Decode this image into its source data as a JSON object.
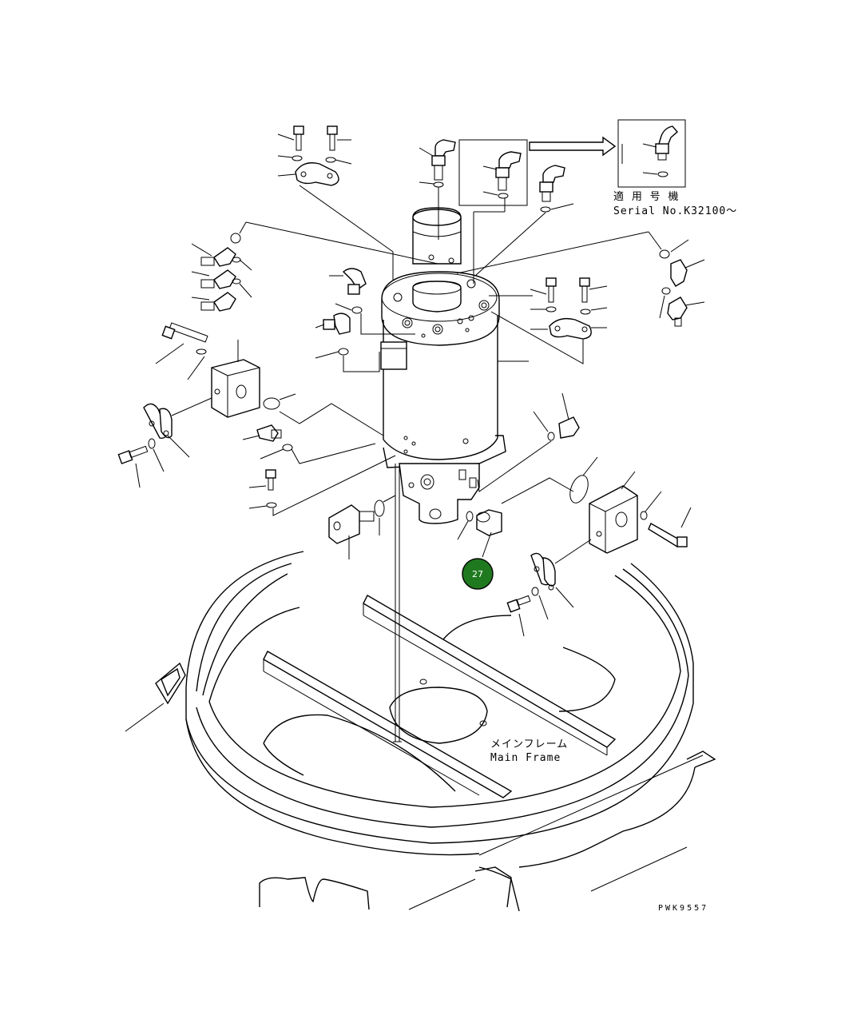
{
  "serial_note": {
    "jp": "適 用 号 機",
    "en": "Serial No.K32100～"
  },
  "main_frame_label": {
    "jp": "メインフレーム",
    "en": "Main Frame"
  },
  "callout": {
    "number": "27",
    "color": "#1f7a1f"
  },
  "drawing_code": "PWK9557"
}
